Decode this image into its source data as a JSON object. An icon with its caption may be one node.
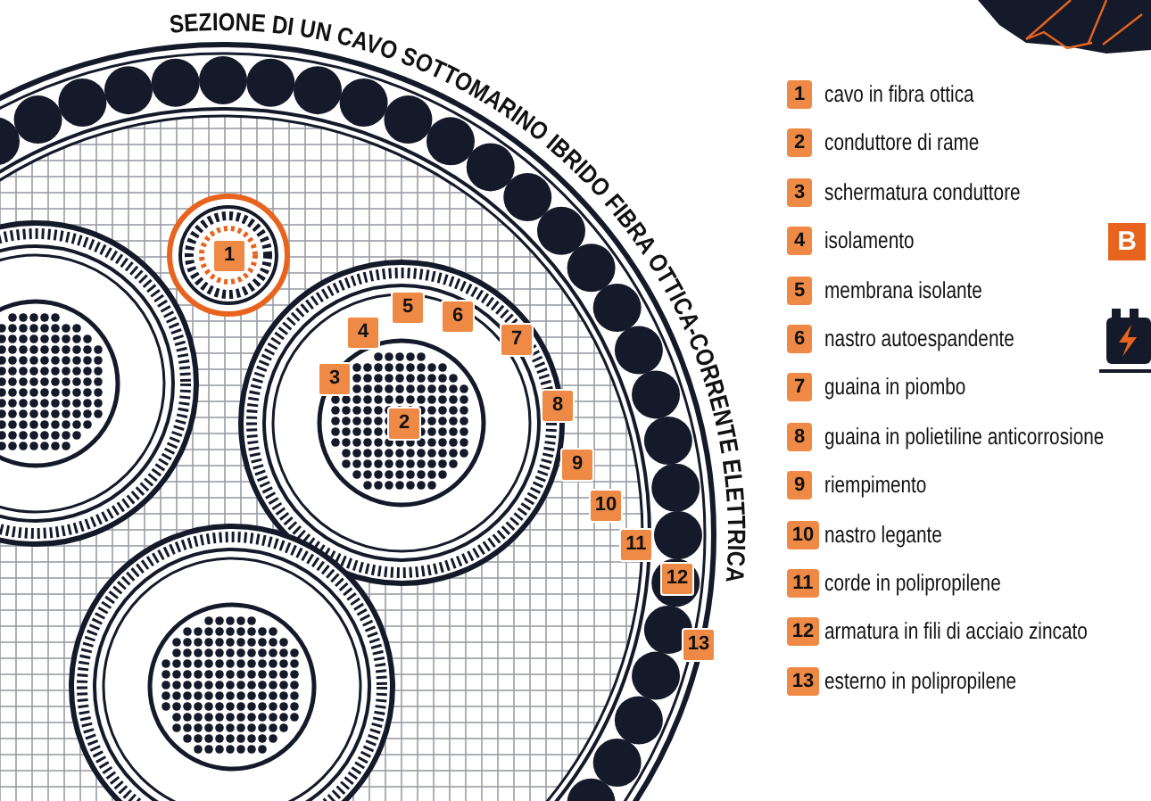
{
  "diagram": {
    "title": "SEZIONE DI UN CAVO SOTTOMARINO IBRIDO FIBRA OTTICA-CORRENTE ELETTRICA",
    "labels": [
      "1",
      "2",
      "3",
      "4",
      "5",
      "6",
      "7",
      "8",
      "9",
      "10",
      "11",
      "12",
      "13",
      "1",
      "cavo in fibra ottica",
      "2",
      "conduttore di rame",
      "3",
      "schermatura conduttore",
      "4",
      "isolamento",
      "5",
      "membrana isolante",
      "6",
      "nastro autoespandente",
      "7",
      "guaina in piombo",
      "8",
      "guaina in polietiline anticorrosione",
      "9",
      "riempimento",
      "10",
      "nastro legante",
      "11",
      "corde in polipropilene",
      "12",
      "armatura in fili di acciaio zincato",
      "13",
      "esterno in polipropilene",
      "B"
    ]
  }
}
